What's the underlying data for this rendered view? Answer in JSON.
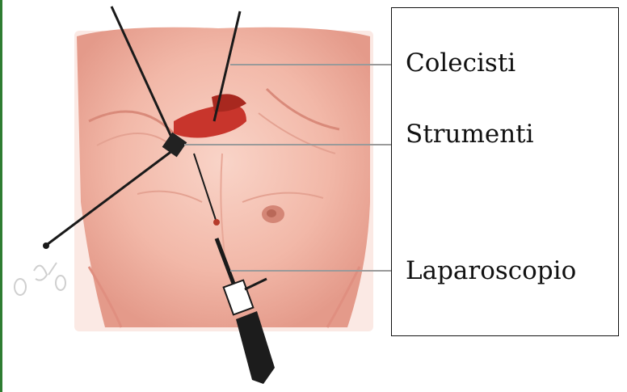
{
  "labels": {
    "colecisti": "Colecisti",
    "strumenti": "Strumenti",
    "laparoscopio": "Laparoscopio"
  },
  "colors": {
    "frame": "#2e7d32",
    "skin": "#f2b8a8",
    "skin_shadow": "#d98a7a",
    "organ": "#c8352c",
    "leader_line": "#9a9a9a",
    "instrument": "#1a1a1a"
  }
}
